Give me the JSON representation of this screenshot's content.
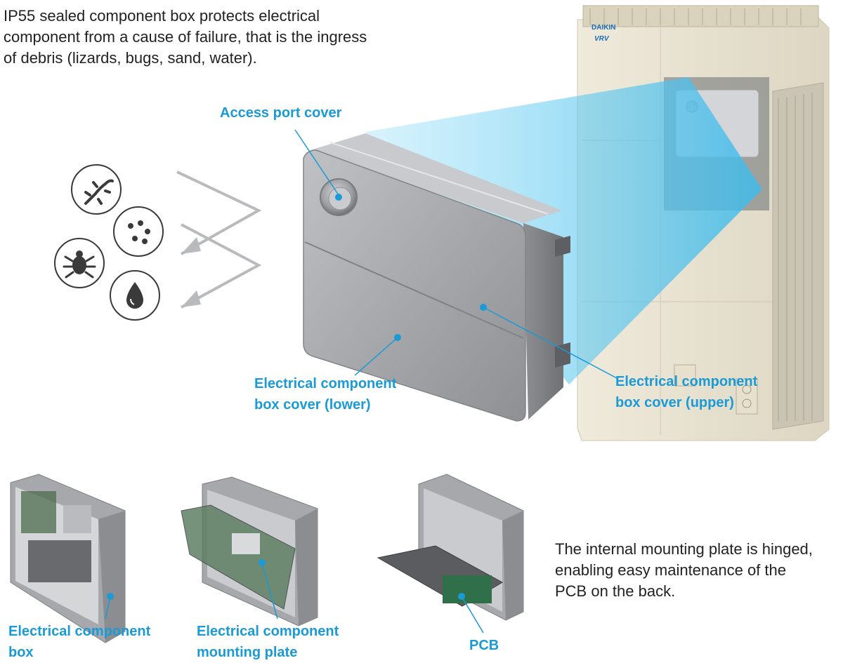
{
  "intro_text": {
    "line1": "IP55 sealed component box protects electrical",
    "line2": "component from a cause of failure, that is the ingress",
    "line3": "of debris (lizards, bugs, sand, water)."
  },
  "callouts": {
    "access_port_cover": "Access port cover",
    "cover_lower": {
      "line1": "Electrical component",
      "line2": "box cover (lower)"
    },
    "cover_upper": {
      "line1": "Electrical component",
      "line2": "box cover (upper)"
    },
    "component_box": {
      "line1": "Electrical component",
      "line2": "box"
    },
    "mounting_plate": {
      "line1": "Electrical component",
      "line2": "mounting plate"
    },
    "pcb": "PCB"
  },
  "hinge_note": {
    "line1": "The internal mounting plate is hinged,",
    "line2": "enabling easy maintenance of the",
    "line3": "PCB on the back."
  },
  "unit_brand": {
    "maker": "DAIKIN",
    "model": "VRV"
  },
  "icons": [
    "lizard-icon",
    "sand-icon",
    "bug-icon",
    "water-drop-icon"
  ],
  "colors": {
    "accent": "#1a9ad6",
    "beam": "#5cc8ef",
    "box_metal": "#a9abae",
    "unit_body": "#ebe6d3"
  }
}
